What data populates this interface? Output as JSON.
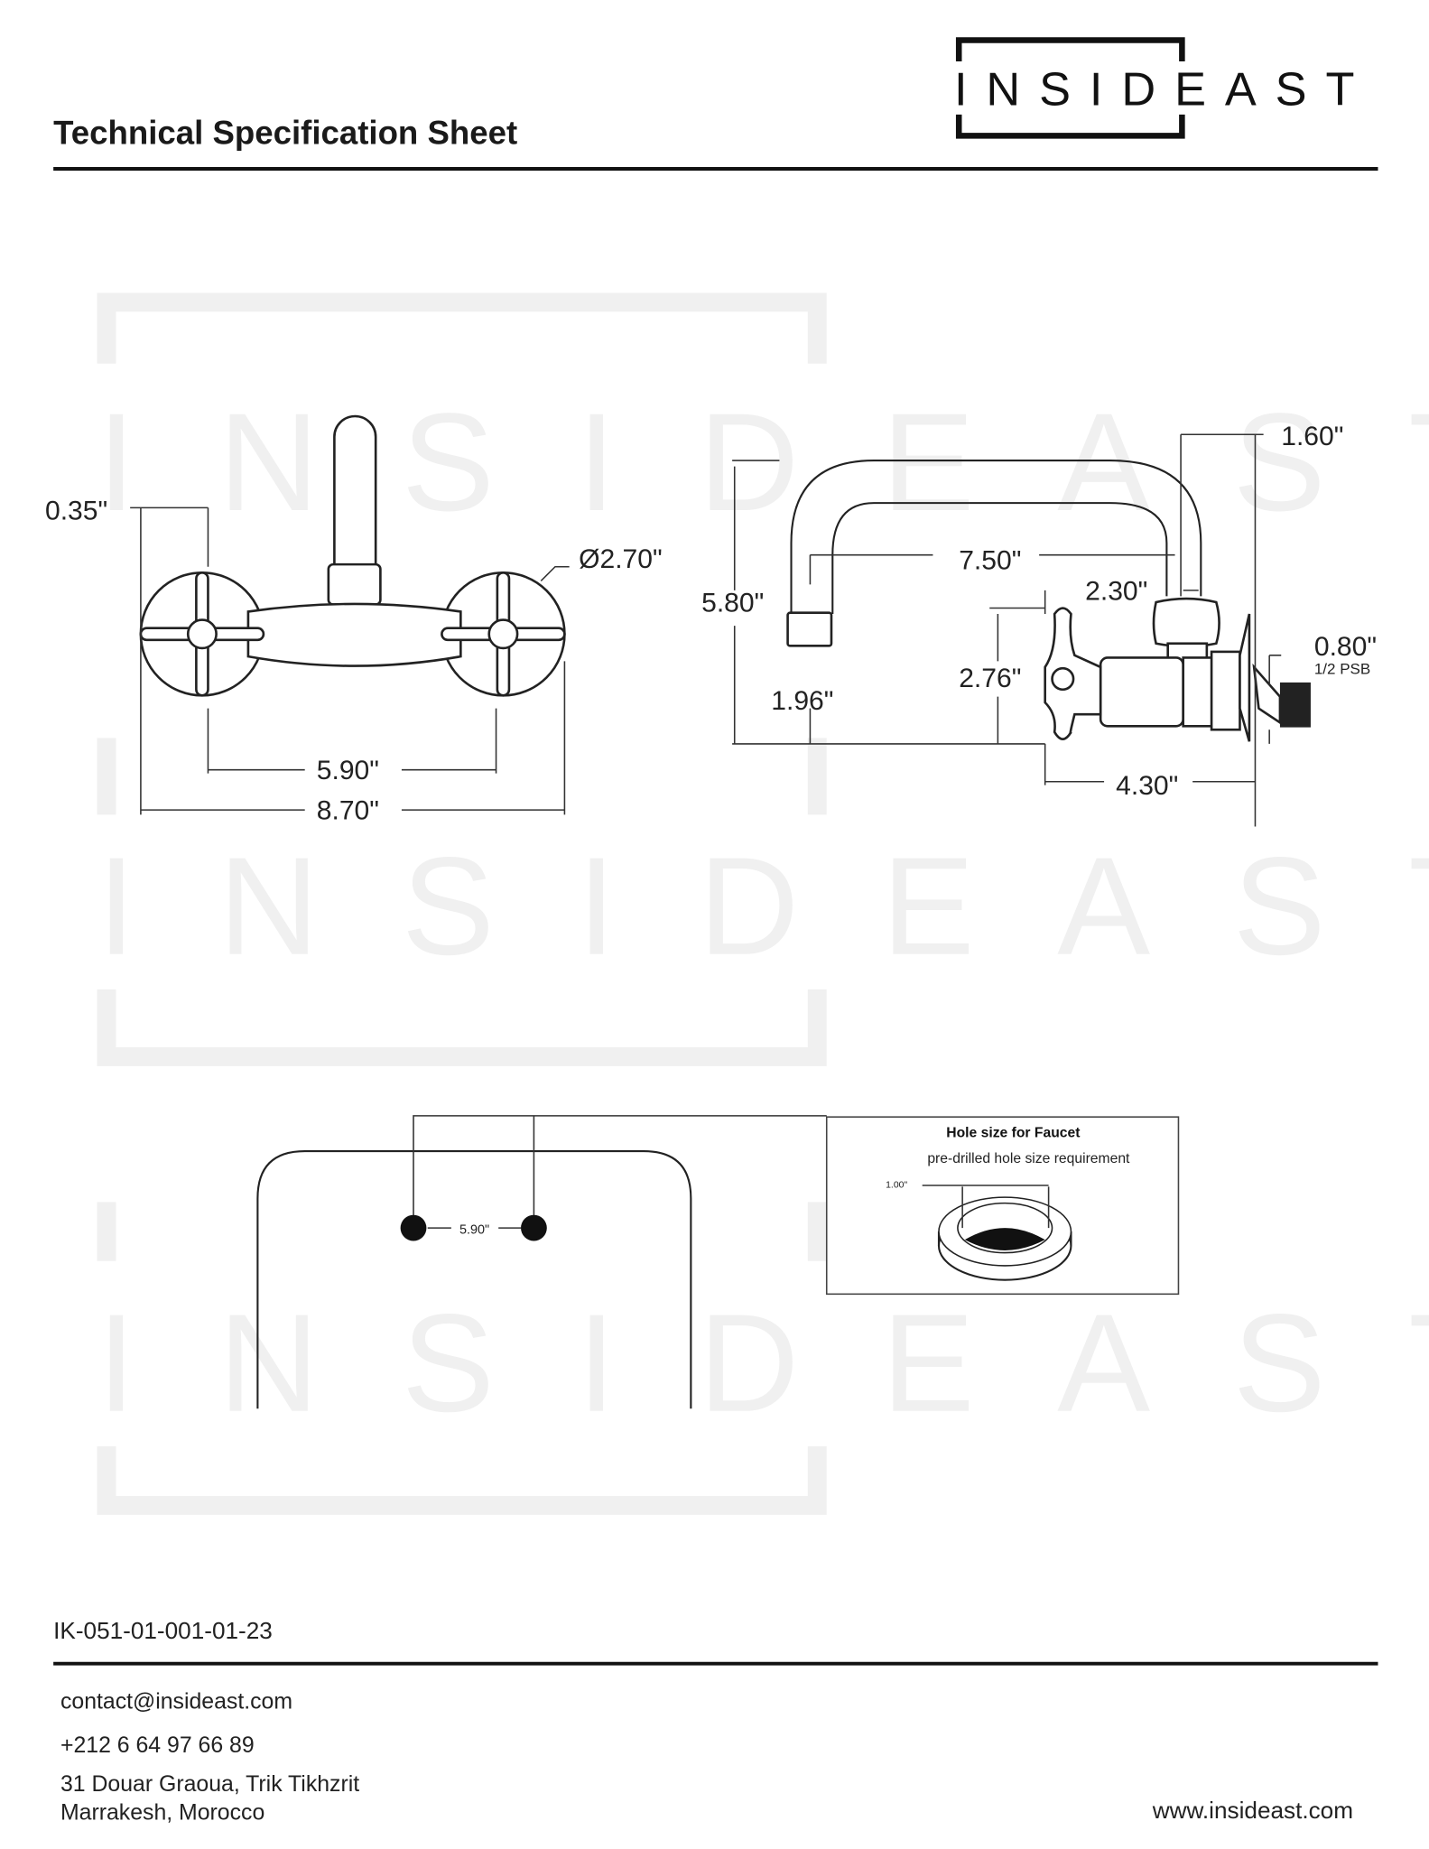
{
  "header": {
    "title": "Technical Specification Sheet",
    "brand": "INSIDEAST"
  },
  "watermark": {
    "text": "INSIDEAST"
  },
  "front_view": {
    "d_offset": "0.35\"",
    "d_diameter": "Ø2.70\"",
    "d_centers": "5.90\"",
    "d_overall": "8.70\""
  },
  "side_view": {
    "d_reach_tip": "1.60\"",
    "d_height": "5.80\"",
    "d_reach": "7.50\"",
    "d_spout_dia": "2.30\"",
    "d_handle_h": "2.76\"",
    "d_outlet": "1.96\"",
    "d_inlet": "0.80\"",
    "d_inlet_note": "1/2 PSB",
    "d_depth": "4.30\""
  },
  "hole_diagram": {
    "d_spacing": "5.90\"",
    "box_title": "Hole size for Faucet",
    "box_subtitle": "pre-drilled hole size requirement",
    "d_hole": "1.00\""
  },
  "product_code": "IK-051-01-001-01-23",
  "footer": {
    "email": "contact@insideast.com",
    "phone": "+212 6 64 97 66 89",
    "address_line1": "31 Douar Graoua, Trik Tikhzrit",
    "address_line2": "Marrakesh, Morocco",
    "website": "www.insideast.com"
  }
}
